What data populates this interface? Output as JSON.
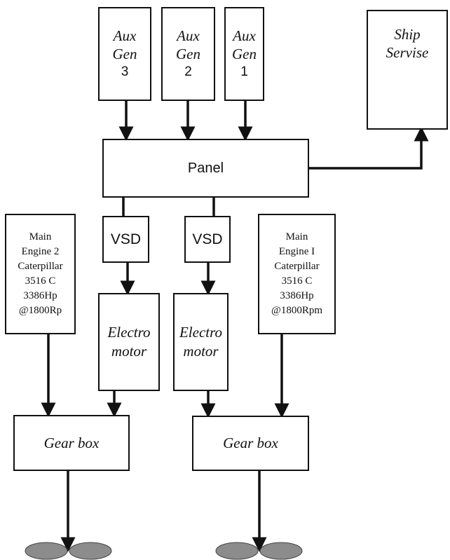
{
  "aux_gens": [
    {
      "line1": "Aux",
      "line2": "Gen",
      "num": "3"
    },
    {
      "line1": "Aux",
      "line2": "Gen",
      "num": "2"
    },
    {
      "line1": "Aux",
      "line2": "Gen",
      "num": "1"
    }
  ],
  "ship_service": {
    "line1": "Ship",
    "line2": "Servise"
  },
  "panel": {
    "label": "Panel"
  },
  "vsd": [
    {
      "label": "VSD"
    },
    {
      "label": "VSD"
    }
  ],
  "main_engines": [
    {
      "lines": [
        "Main",
        "Engine 2",
        "Caterpillar",
        "3516 C",
        "3386Hp",
        "@1800Rp"
      ]
    },
    {
      "lines": [
        "Main",
        "Engine I",
        "Caterpillar",
        "3516 C",
        "3386Hp",
        "@1800Rpm"
      ]
    }
  ],
  "electro_motors": [
    {
      "line1": "Electro",
      "line2": "motor"
    },
    {
      "line1": "Electro",
      "line2": "motor"
    }
  ],
  "gearboxes": [
    {
      "label": "Gear box"
    },
    {
      "label": "Gear box"
    }
  ],
  "colors": {
    "line": "#111111",
    "propeller": "#8c8c8c"
  }
}
